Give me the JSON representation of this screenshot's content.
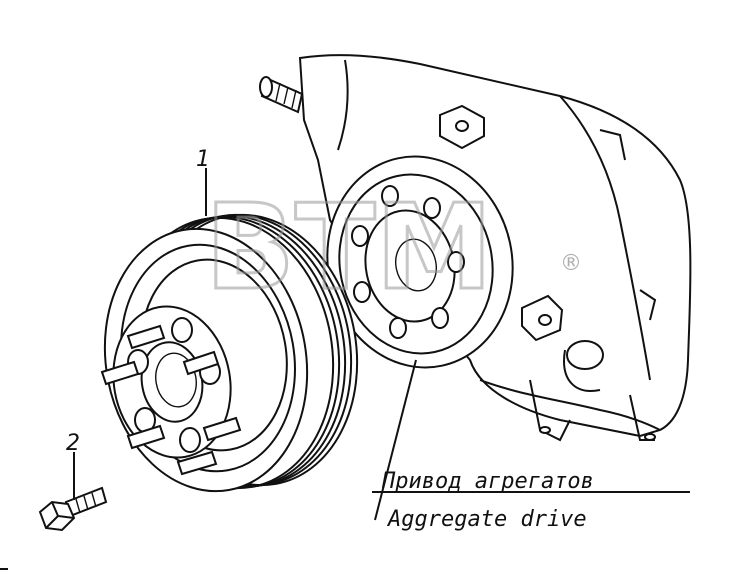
{
  "callouts": {
    "pulley": "1",
    "bolt": "2"
  },
  "caption": {
    "ru": "Привод агрегатов",
    "en": "Aggregate drive"
  },
  "watermark": {
    "text": "BTM",
    "mark": "®"
  }
}
